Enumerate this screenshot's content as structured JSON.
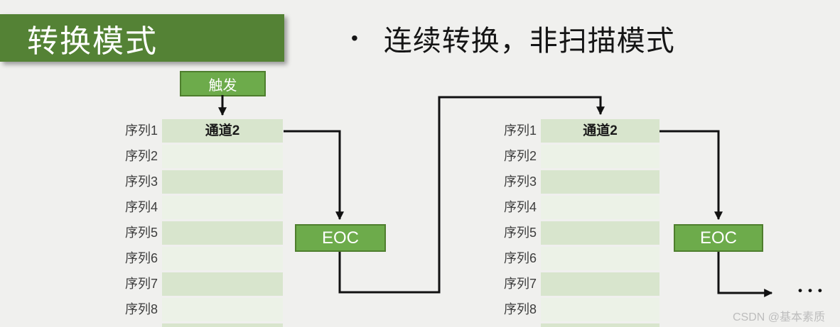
{
  "title": "转换模式",
  "bullet": {
    "marker": "•",
    "text": "连续转换，非扫描模式"
  },
  "trigger_label": "触发",
  "eoc_label": "EOC",
  "ellipsis": "•••",
  "watermark": "CSDN @基本素质",
  "colors": {
    "background": "#f0f0ee",
    "banner": "#548235",
    "box_fill": "#6dab4b",
    "box_border": "#4e7e2d",
    "row_dark": "#d8e5cd",
    "row_light": "#ecf2e7",
    "arrow": "#111111"
  },
  "tables": {
    "left": {
      "rows": [
        {
          "label": "序列1",
          "value": "通道2"
        },
        {
          "label": "序列2",
          "value": ""
        },
        {
          "label": "序列3",
          "value": ""
        },
        {
          "label": "序列4",
          "value": ""
        },
        {
          "label": "序列5",
          "value": ""
        },
        {
          "label": "序列6",
          "value": ""
        },
        {
          "label": "序列7",
          "value": ""
        },
        {
          "label": "序列8",
          "value": ""
        }
      ]
    },
    "right": {
      "rows": [
        {
          "label": "序列1",
          "value": "通道2"
        },
        {
          "label": "序列2",
          "value": ""
        },
        {
          "label": "序列3",
          "value": ""
        },
        {
          "label": "序列4",
          "value": ""
        },
        {
          "label": "序列5",
          "value": ""
        },
        {
          "label": "序列6",
          "value": ""
        },
        {
          "label": "序列7",
          "value": ""
        },
        {
          "label": "序列8",
          "value": ""
        }
      ]
    }
  }
}
